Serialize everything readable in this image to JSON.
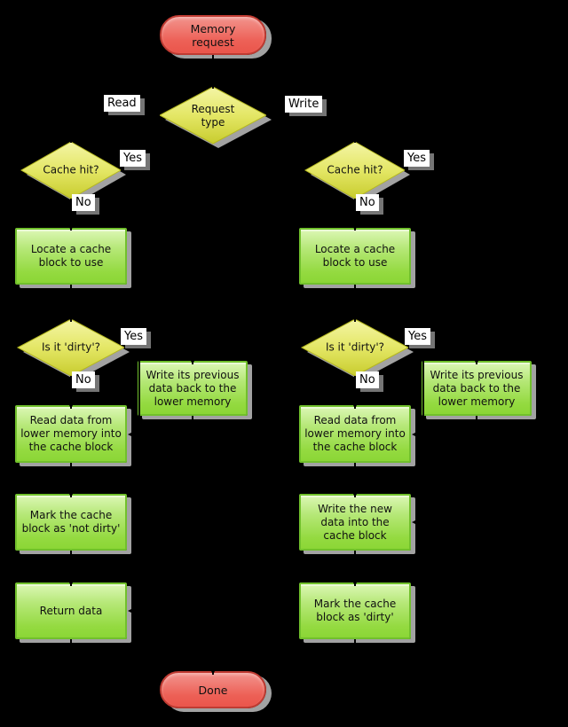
{
  "diagram": {
    "background": "#000000",
    "colors": {
      "process_fill_top": "#dcf7b5",
      "process_fill_bottom": "#8bd636",
      "process_border": "#71c02c",
      "decision_fill_top": "#f4f5a6",
      "decision_fill_bottom": "#c8cc2e",
      "decision_border": "#b5b81f",
      "terminator_fill_top": "#f2938d",
      "terminator_fill_bottom": "#ea554b",
      "terminator_border": "#bf3b32",
      "shadow": "#a2a2a2",
      "connector": "#000000",
      "label_bg": "#ffffff",
      "text": "#111111"
    },
    "nodes": {
      "memory_request": {
        "label": "Memory\nrequest",
        "shape": "terminator"
      },
      "request_type": {
        "label": "Request\ntype",
        "shape": "decision"
      },
      "cache_hit_read": {
        "label": "Cache hit?",
        "shape": "decision"
      },
      "cache_hit_write": {
        "label": "Cache hit?",
        "shape": "decision"
      },
      "locate_read": {
        "label": "Locate a cache\nblock to use",
        "shape": "process"
      },
      "locate_write": {
        "label": "Locate a cache\nblock to use",
        "shape": "process"
      },
      "dirty_read": {
        "label": "Is it 'dirty'?",
        "shape": "decision"
      },
      "dirty_write": {
        "label": "Is it 'dirty'?",
        "shape": "decision"
      },
      "writeback_read": {
        "label": "Write its previous\ndata back to the\nlower memory",
        "shape": "process"
      },
      "writeback_write": {
        "label": "Write its previous\ndata back to the\nlower memory",
        "shape": "process"
      },
      "read_lower_read": {
        "label": "Read data from\nlower memory into\nthe cache block",
        "shape": "process"
      },
      "read_lower_write": {
        "label": "Read data from\nlower memory into\nthe cache block",
        "shape": "process"
      },
      "mark_not_dirty": {
        "label": "Mark the cache\nblock as 'not dirty'",
        "shape": "process"
      },
      "write_new_data": {
        "label": "Write the new\ndata into the\ncache block",
        "shape": "process"
      },
      "return_data": {
        "label": "Return data",
        "shape": "process"
      },
      "mark_dirty": {
        "label": "Mark the cache\nblock as 'dirty'",
        "shape": "process"
      },
      "done": {
        "label": "Done",
        "shape": "terminator"
      }
    },
    "edge_labels": {
      "read": "Read",
      "write": "Write",
      "yes_cache_read": "Yes",
      "no_cache_read": "No",
      "yes_cache_write": "Yes",
      "no_cache_write": "No",
      "yes_dirty_read": "Yes",
      "no_dirty_read": "No",
      "yes_dirty_write": "Yes",
      "no_dirty_write": "No"
    },
    "edges": [
      {
        "from": "memory_request",
        "to": "request_type",
        "label": ""
      },
      {
        "from": "request_type",
        "to": "cache_hit_read",
        "label": "Read"
      },
      {
        "from": "request_type",
        "to": "cache_hit_write",
        "label": "Write"
      },
      {
        "from": "cache_hit_read",
        "to": "return_data",
        "label": "Yes"
      },
      {
        "from": "cache_hit_read",
        "to": "locate_read",
        "label": "No"
      },
      {
        "from": "cache_hit_write",
        "to": "write_new_data",
        "label": "Yes"
      },
      {
        "from": "cache_hit_write",
        "to": "locate_write",
        "label": "No"
      },
      {
        "from": "locate_read",
        "to": "dirty_read",
        "label": ""
      },
      {
        "from": "locate_write",
        "to": "dirty_write",
        "label": ""
      },
      {
        "from": "dirty_read",
        "to": "writeback_read",
        "label": "Yes"
      },
      {
        "from": "dirty_read",
        "to": "read_lower_read",
        "label": "No"
      },
      {
        "from": "dirty_write",
        "to": "writeback_write",
        "label": "Yes"
      },
      {
        "from": "dirty_write",
        "to": "read_lower_write",
        "label": "No"
      },
      {
        "from": "writeback_read",
        "to": "read_lower_read",
        "label": ""
      },
      {
        "from": "writeback_write",
        "to": "read_lower_write",
        "label": ""
      },
      {
        "from": "read_lower_read",
        "to": "mark_not_dirty",
        "label": ""
      },
      {
        "from": "read_lower_write",
        "to": "write_new_data",
        "label": ""
      },
      {
        "from": "mark_not_dirty",
        "to": "return_data",
        "label": ""
      },
      {
        "from": "write_new_data",
        "to": "mark_dirty",
        "label": ""
      },
      {
        "from": "return_data",
        "to": "done",
        "label": ""
      },
      {
        "from": "mark_dirty",
        "to": "done",
        "label": ""
      }
    ]
  }
}
